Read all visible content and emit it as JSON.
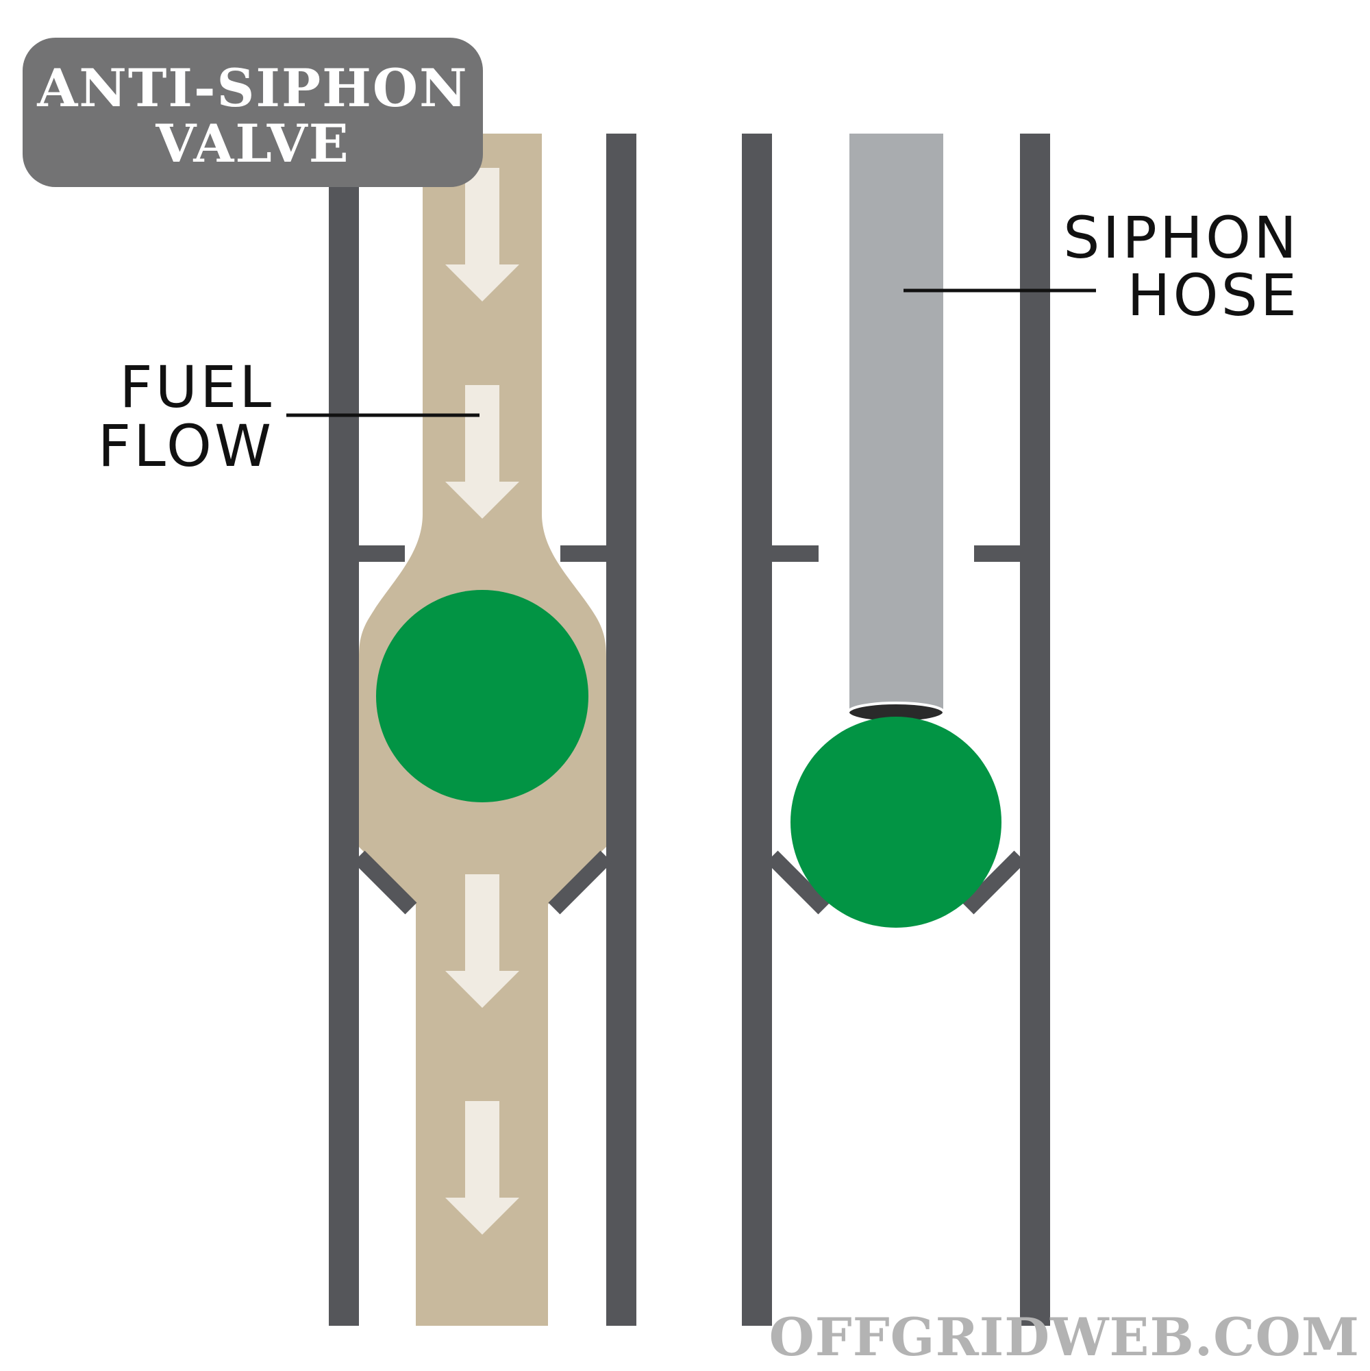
{
  "title": {
    "line1": "ANTI-SIPHON",
    "line2": "VALVE"
  },
  "labels": {
    "fuel_flow": {
      "line1": "FUEL",
      "line2": "FLOW"
    },
    "siphon_hose": {
      "line1": "SIPHON",
      "line2": "HOSE"
    }
  },
  "watermark": "OFFGRIDWEB.COM",
  "colors": {
    "title_box": "#737374",
    "pipe_wall": "#55565a",
    "fuel": "#c8b99d",
    "flow_arrow": "#f0ebe2",
    "ball": "#029444",
    "siphon_hose": "#a9acaf",
    "hose_tip": "#2a2a2a",
    "leader_line": "#111111",
    "watermark": "#b3b3b3"
  },
  "icons": {
    "flow_arrow": "down-arrow-icon",
    "check_ball": "ball-icon"
  }
}
